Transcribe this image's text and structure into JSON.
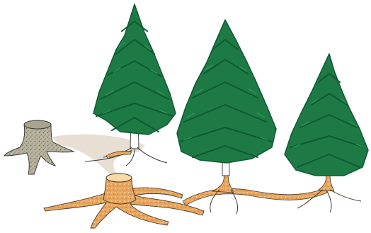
{
  "colors": {
    "background": "#ffffff",
    "needle_dark": "#0f5a34",
    "needle_mid": "#1d7a45",
    "needle_light": "#2f9a5a",
    "trunk_outline": "#3a3a3a",
    "bark_grey": "#b9b49f",
    "bark_speckle": "#6f6a58",
    "root_orange": "#e7a45c",
    "root_cream": "#f6d9a6",
    "root_outline": "#4a3a2a",
    "connection_shadow": "#e3d8cc"
  },
  "illustration": {
    "old_stump": "dead-grey-stump",
    "young_stump": "live-orange-stump",
    "trees": [
      "tall-spruce",
      "middle-spruce",
      "right-spruce"
    ],
    "root_graft": "shared-root-network"
  }
}
